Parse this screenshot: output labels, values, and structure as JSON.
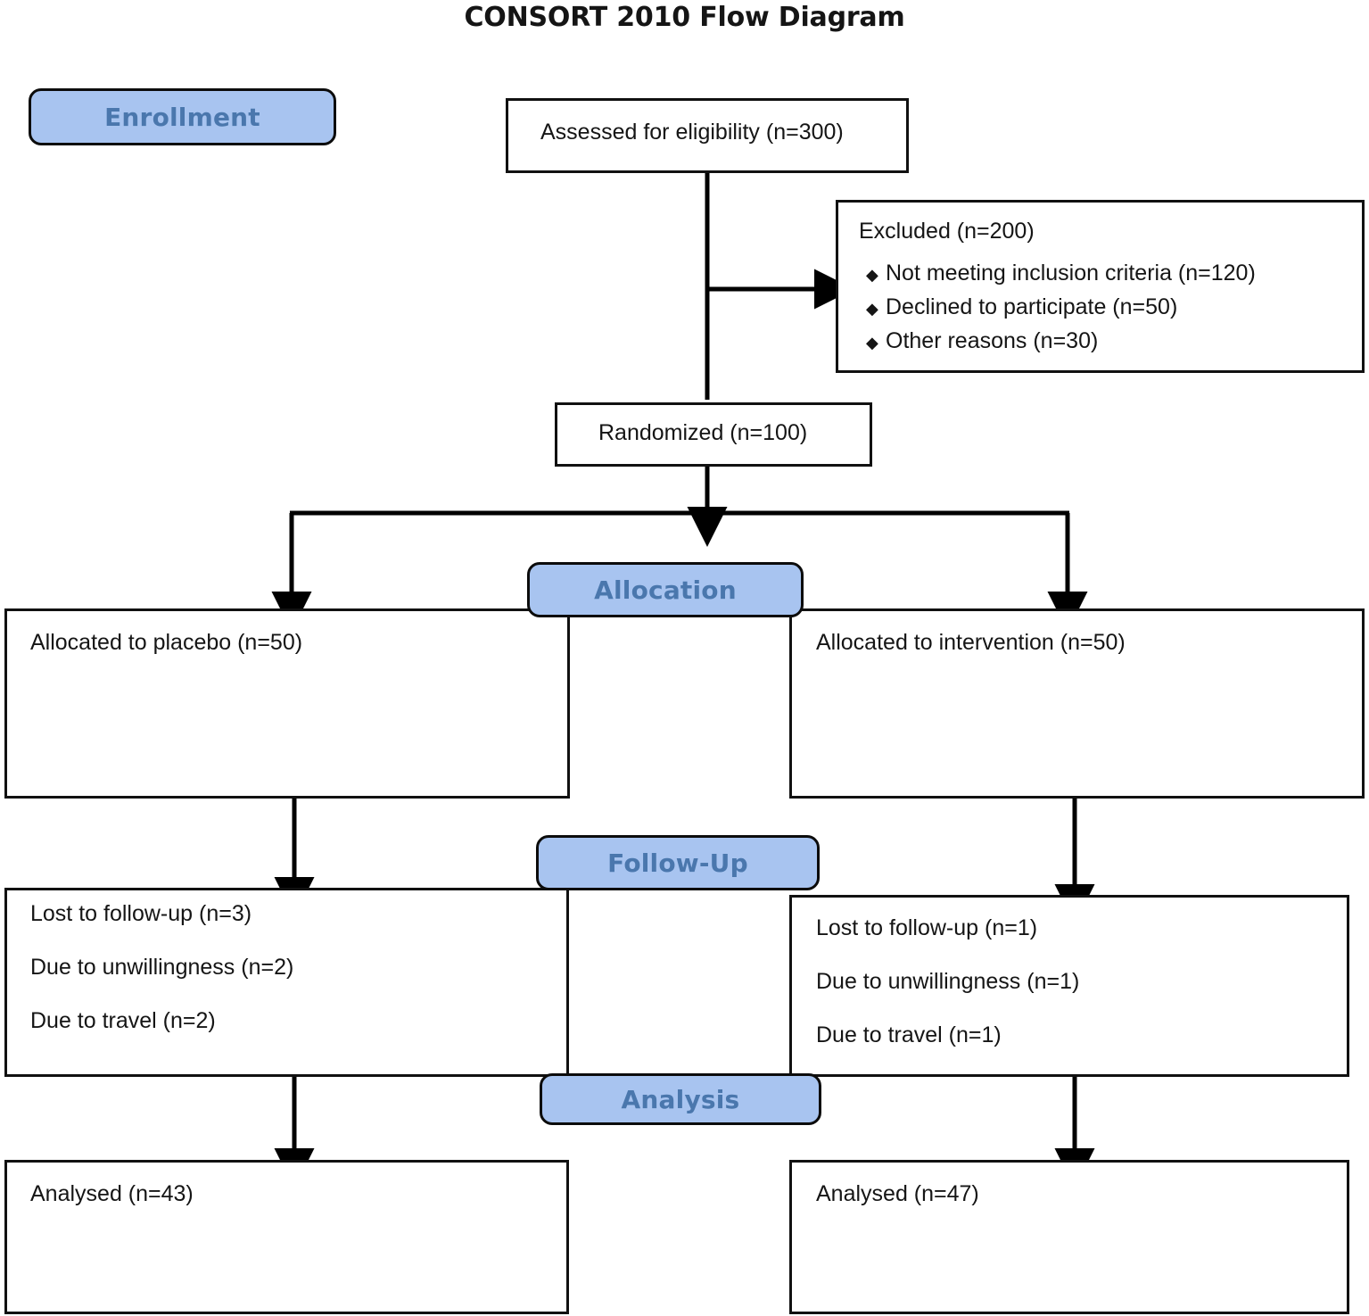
{
  "title": "CONSORT 2010 Flow Diagram",
  "colors": {
    "badge_fill": "#A8C4F0",
    "badge_text": "#4A77AD",
    "badge_border": "#0c0c0c",
    "box_border": "#111111",
    "box_fill": "#ffffff",
    "text": "#151515",
    "connector": "#000000"
  },
  "stages": [
    {
      "id": "enrollment",
      "label": "Enrollment"
    },
    {
      "id": "allocation",
      "label": "Allocation"
    },
    {
      "id": "followup",
      "label": "Follow-Up"
    },
    {
      "id": "analysis",
      "label": "Analysis"
    }
  ],
  "boxes": {
    "assessed": {
      "text": "Assessed for eligibility (n=300)"
    },
    "excluded": {
      "heading": "Excluded (n=200)",
      "bullet_glyph": "◆",
      "items": [
        "Not meeting inclusion criteria (n=120)",
        "Declined to participate (n=50)",
        "Other reasons (n=30)"
      ]
    },
    "randomized": {
      "text": "Randomized (n=100)"
    },
    "alloc_left": {
      "text": "Allocated to placebo (n=50)"
    },
    "alloc_right": {
      "text": "Allocated to intervention (n=50)"
    },
    "followup_left": {
      "lines": [
        "Lost to follow-up (n=3)",
        "Due to unwillingness (n=2)",
        "Due to travel (n=2)"
      ]
    },
    "followup_right": {
      "lines": [
        "Lost to follow-up (n=1)",
        "Due to unwillingness (n=1)",
        "Due to travel (n=1)"
      ]
    },
    "analysed_left": {
      "text": "Analysed (n=43)"
    },
    "analysed_right": {
      "text": "Analysed (n=47)"
    }
  }
}
